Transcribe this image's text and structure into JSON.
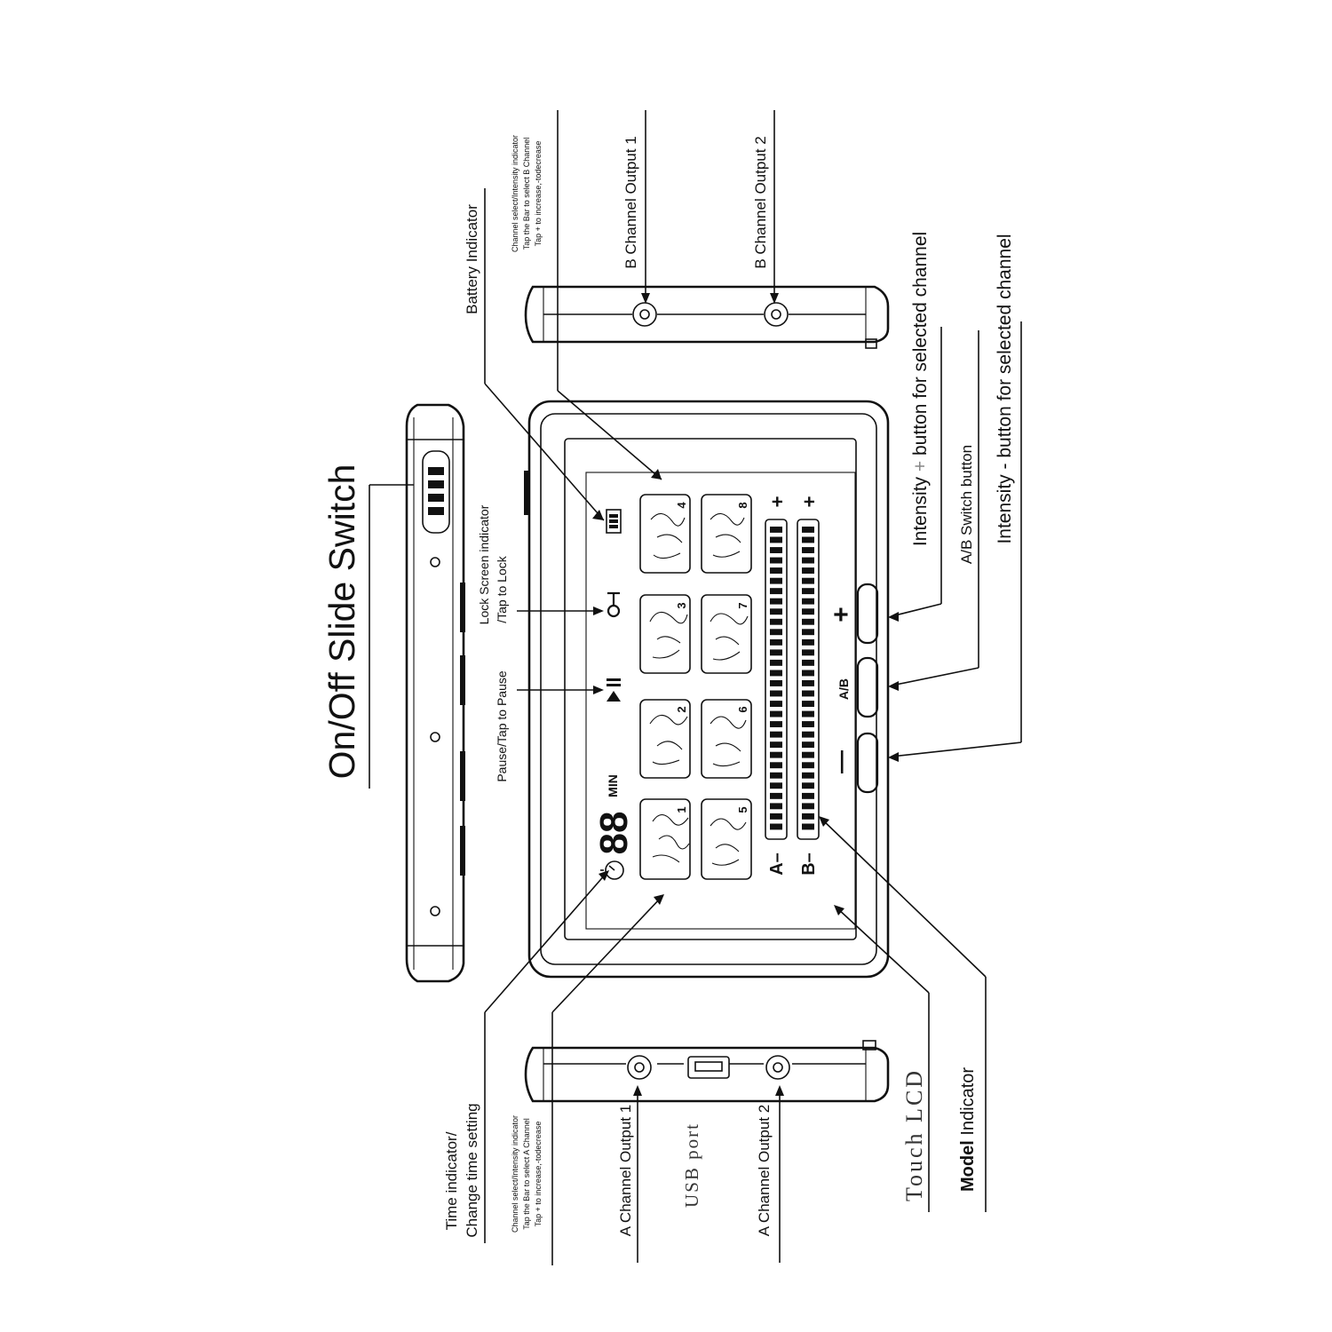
{
  "labels": {
    "on_off_slide_switch": "On/Off Slide Switch",
    "channel_b_note_1": "Channel select/Intensity indicator",
    "channel_b_note_2": "Tap the Bar to select B Channel",
    "channel_b_note_3": "Tap + to increase,-todecrease",
    "battery_indicator": "Battery  Indicator",
    "b_channel_output_1": "B Channel Output  1",
    "b_channel_output_2": "B Channel Output  2",
    "lock_screen_1": "Lock Screen indicator",
    "lock_screen_2": "/Tap to Lock",
    "pause": "Pause/Tap to Pause",
    "intensity_plus_prefix": "Intensity",
    "intensity_plus_sign": "+",
    "intensity_plus_suffix": "button for selected channel",
    "ab_switch": "A/B Switch button",
    "intensity_minus_prefix": "Intensity",
    "intensity_minus_sign": "-",
    "intensity_minus_suffix": "button for selected channel",
    "time_indicator_1": "Time  indicator/",
    "time_indicator_2": "Change time setting",
    "channel_a_note_1": "Channel select/Intensity  indicator",
    "channel_a_note_2": "Tap the Bar to select A Channel",
    "channel_a_note_3": "Tap + to increase,-todecrease",
    "a_channel_output_1": "A Channel Output  1",
    "usb_port": "USB  port",
    "a_channel_output_2": "A Channel Output  2",
    "touch_lcd": "Touch LCD",
    "model_indicator_bold": "Model",
    "model_indicator_rest": " Indicator"
  },
  "screen": {
    "timer_digits": "88",
    "timer_unit": "MIN",
    "pause_symbol": "▶II",
    "lock_symbol": "0━┫",
    "battery_symbol": "▐▐▐▐▐",
    "mode_numbers": [
      "1",
      "2",
      "3",
      "4",
      "5",
      "6",
      "7",
      "8"
    ],
    "channel_a_label": "A–",
    "channel_b_label": "B–",
    "plus_sign": "+",
    "bar_segments_per_channel": 30
  },
  "buttons": {
    "plus": "+",
    "ab": "A/B",
    "minus": "—"
  },
  "icons": {
    "battery": "battery-icon",
    "timer": "stopwatch-icon",
    "pause": "play-pause-icon",
    "lock": "key-lock-icon"
  }
}
